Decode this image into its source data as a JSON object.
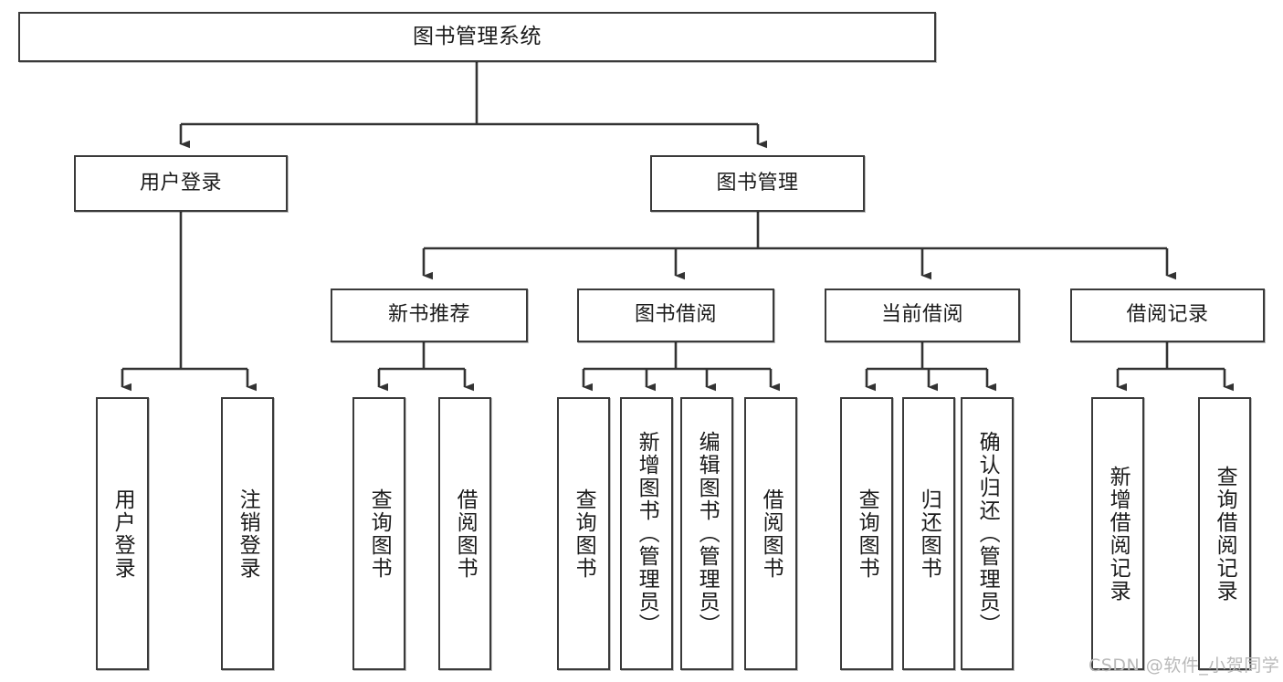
{
  "diagram": {
    "title": "图书管理系统",
    "type": "functional-decomposition-tree",
    "watermark": "CSDN @软件_小贺同学",
    "colors": {
      "box_border": "#3a3a3a",
      "box_fill": "#ffffff",
      "text": "#1b1b1b",
      "edge": "#333333",
      "watermark": "#b9b9b9"
    },
    "nodes": {
      "root": {
        "label": "图书管理系统",
        "level": 1
      },
      "user_login": {
        "label": "用户登录",
        "level": 2
      },
      "book_manage": {
        "label": "图书管理",
        "level": 2
      },
      "new_book_rec": {
        "label": "新书推荐",
        "level": 3
      },
      "book_borrow": {
        "label": "图书借阅",
        "level": 3
      },
      "current_borrow": {
        "label": "当前借阅",
        "level": 3
      },
      "borrow_record": {
        "label": "借阅记录",
        "level": 3
      },
      "leaf_user_login": {
        "label": "用户登录",
        "level": 4
      },
      "leaf_logout": {
        "label": "注销登录",
        "level": 4
      },
      "leaf_query_book_1": {
        "label": "查询图书",
        "level": 4
      },
      "leaf_borrow_book_1": {
        "label": "借阅图书",
        "level": 4
      },
      "leaf_query_book_2": {
        "label": "查询图书",
        "level": 4
      },
      "leaf_add_book": {
        "label": "新增图书（管理员）",
        "level": 4
      },
      "leaf_edit_book": {
        "label": "编辑图书（管理员）",
        "level": 4
      },
      "leaf_borrow_book_2": {
        "label": "借阅图书",
        "level": 4
      },
      "leaf_query_book_3": {
        "label": "查询图书",
        "level": 4
      },
      "leaf_return_book": {
        "label": "归还图书",
        "level": 4
      },
      "leaf_confirm_return": {
        "label": "确认归还（管理员）",
        "level": 4
      },
      "leaf_add_record": {
        "label": "新增借阅记录",
        "level": 4
      },
      "leaf_query_record": {
        "label": "查询借阅记录",
        "level": 4
      }
    }
  }
}
